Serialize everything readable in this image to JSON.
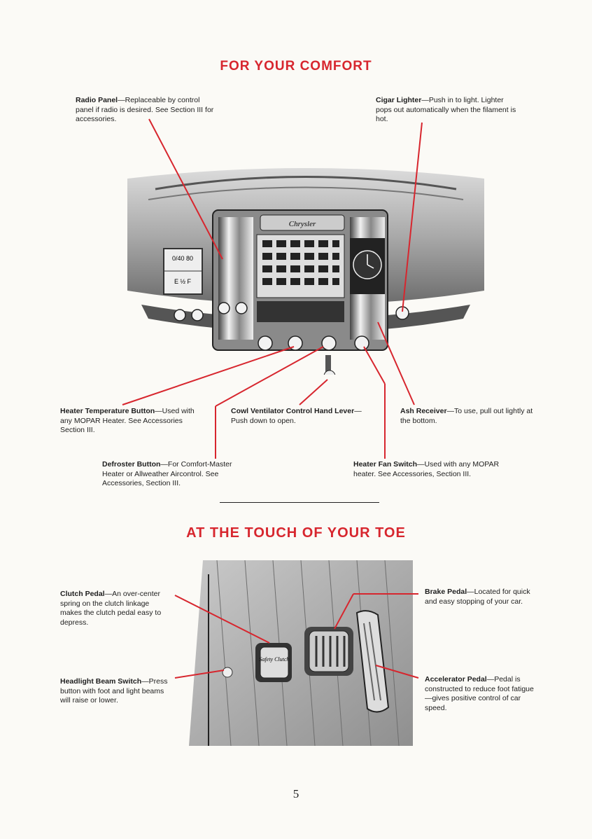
{
  "section1": {
    "title": "FOR YOUR COMFORT",
    "radio_panel": {
      "label": "Radio Panel",
      "text": "—Replaceable by control panel if radio is desired. See Section III for accessories."
    },
    "cigar_lighter": {
      "label": "Cigar Lighter",
      "text": "—Push in to light. Lighter pops out automatically when the filament is hot."
    },
    "heater_temp": {
      "label": "Heater Temperature Button",
      "text": "—Used with any MOPAR Heater. See Accessories Section III."
    },
    "cowl_vent": {
      "label": "Cowl Ventilator Control Hand Lever",
      "text": "—Push down to open."
    },
    "ash_receiver": {
      "label": "Ash Receiver",
      "text": "—To use, pull out lightly at the bottom."
    },
    "defroster": {
      "label": "Defroster Button",
      "text": "—For Comfort-Master Heater or Allweather Aircontrol. See Accessories, Section III."
    },
    "heater_fan": {
      "label": "Heater Fan Switch",
      "text": "—Used with any MOPAR heater. See Accessories, Section III."
    },
    "dash": {
      "brand": "Chrysler",
      "gauge_top": "0/40 80",
      "gauge_bottom": "E ½ F"
    }
  },
  "section2": {
    "title": "AT THE TOUCH OF YOUR TOE",
    "clutch": {
      "label": "Clutch Pedal",
      "text": "—An over-center spring on the clutch linkage makes the clutch pedal easy to depress."
    },
    "brake": {
      "label": "Brake Pedal",
      "text": "—Located for quick and easy stopping of your car."
    },
    "headlight": {
      "label": "Headlight Beam Switch",
      "text": "—Press button with foot and light beams will raise or lower."
    },
    "accelerator": {
      "label": "Accelerator Pedal",
      "text": "—Pedal is constructed to reduce foot fatigue—gives positive control of car speed."
    },
    "pad_text": "Safety Clutch"
  },
  "page_number": "5"
}
